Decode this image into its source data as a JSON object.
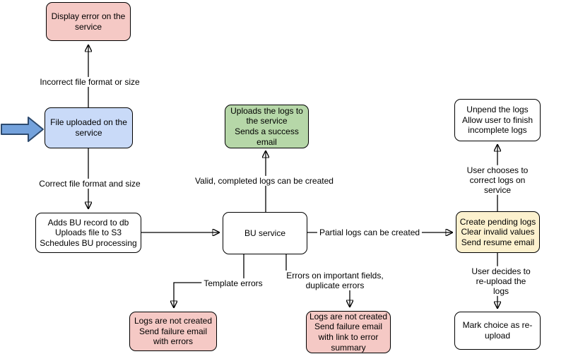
{
  "colors": {
    "background": "#ffffff",
    "node_border": "#000000",
    "connector": "#000000",
    "pink": "#f5c9c5",
    "blue": "#c9daf8",
    "green": "#b6d7a8",
    "yellow": "#fcf1ce",
    "white": "#ffffff",
    "input_arrow_fill": "#74a2dc",
    "input_arrow_stroke": "#2d4a6e"
  },
  "nodes": {
    "display_error": {
      "label": "Display error on the\nservice"
    },
    "file_uploaded": {
      "label": "File uploaded on the\nservice"
    },
    "adds_bu": {
      "label": "Adds BU record to db\nUploads file to S3\nSchedules BU processing"
    },
    "bu_service": {
      "label": "BU service"
    },
    "uploads_logs": {
      "label": "Uploads the logs to\nthe service\nSends a success\nemail"
    },
    "create_pending": {
      "label": "Create pending logs\nClear invalid values\nSend resume email"
    },
    "unpend": {
      "label": "Unpend the logs\nAllow user to finish\nincomplete logs"
    },
    "mark_choice": {
      "label": "Mark choice as re-\nupload"
    },
    "logs_not_created_errors": {
      "label": "Logs are not created\nSend failure email\nwith errors"
    },
    "logs_not_created_summary": {
      "label": "Logs are not created\nSend failure email\nwith link to error\nsummary"
    }
  },
  "edge_labels": {
    "incorrect": "Incorrect file format or size",
    "correct": "Correct file format and size",
    "valid": "Valid, completed logs can be created",
    "partial": "Partial logs can be created",
    "template": "Template errors",
    "important": "Errors on important fields,\nduplicate errors",
    "user_chooses": "User chooses to correct logs on service",
    "user_decides": "User decides to re-upload the logs"
  }
}
